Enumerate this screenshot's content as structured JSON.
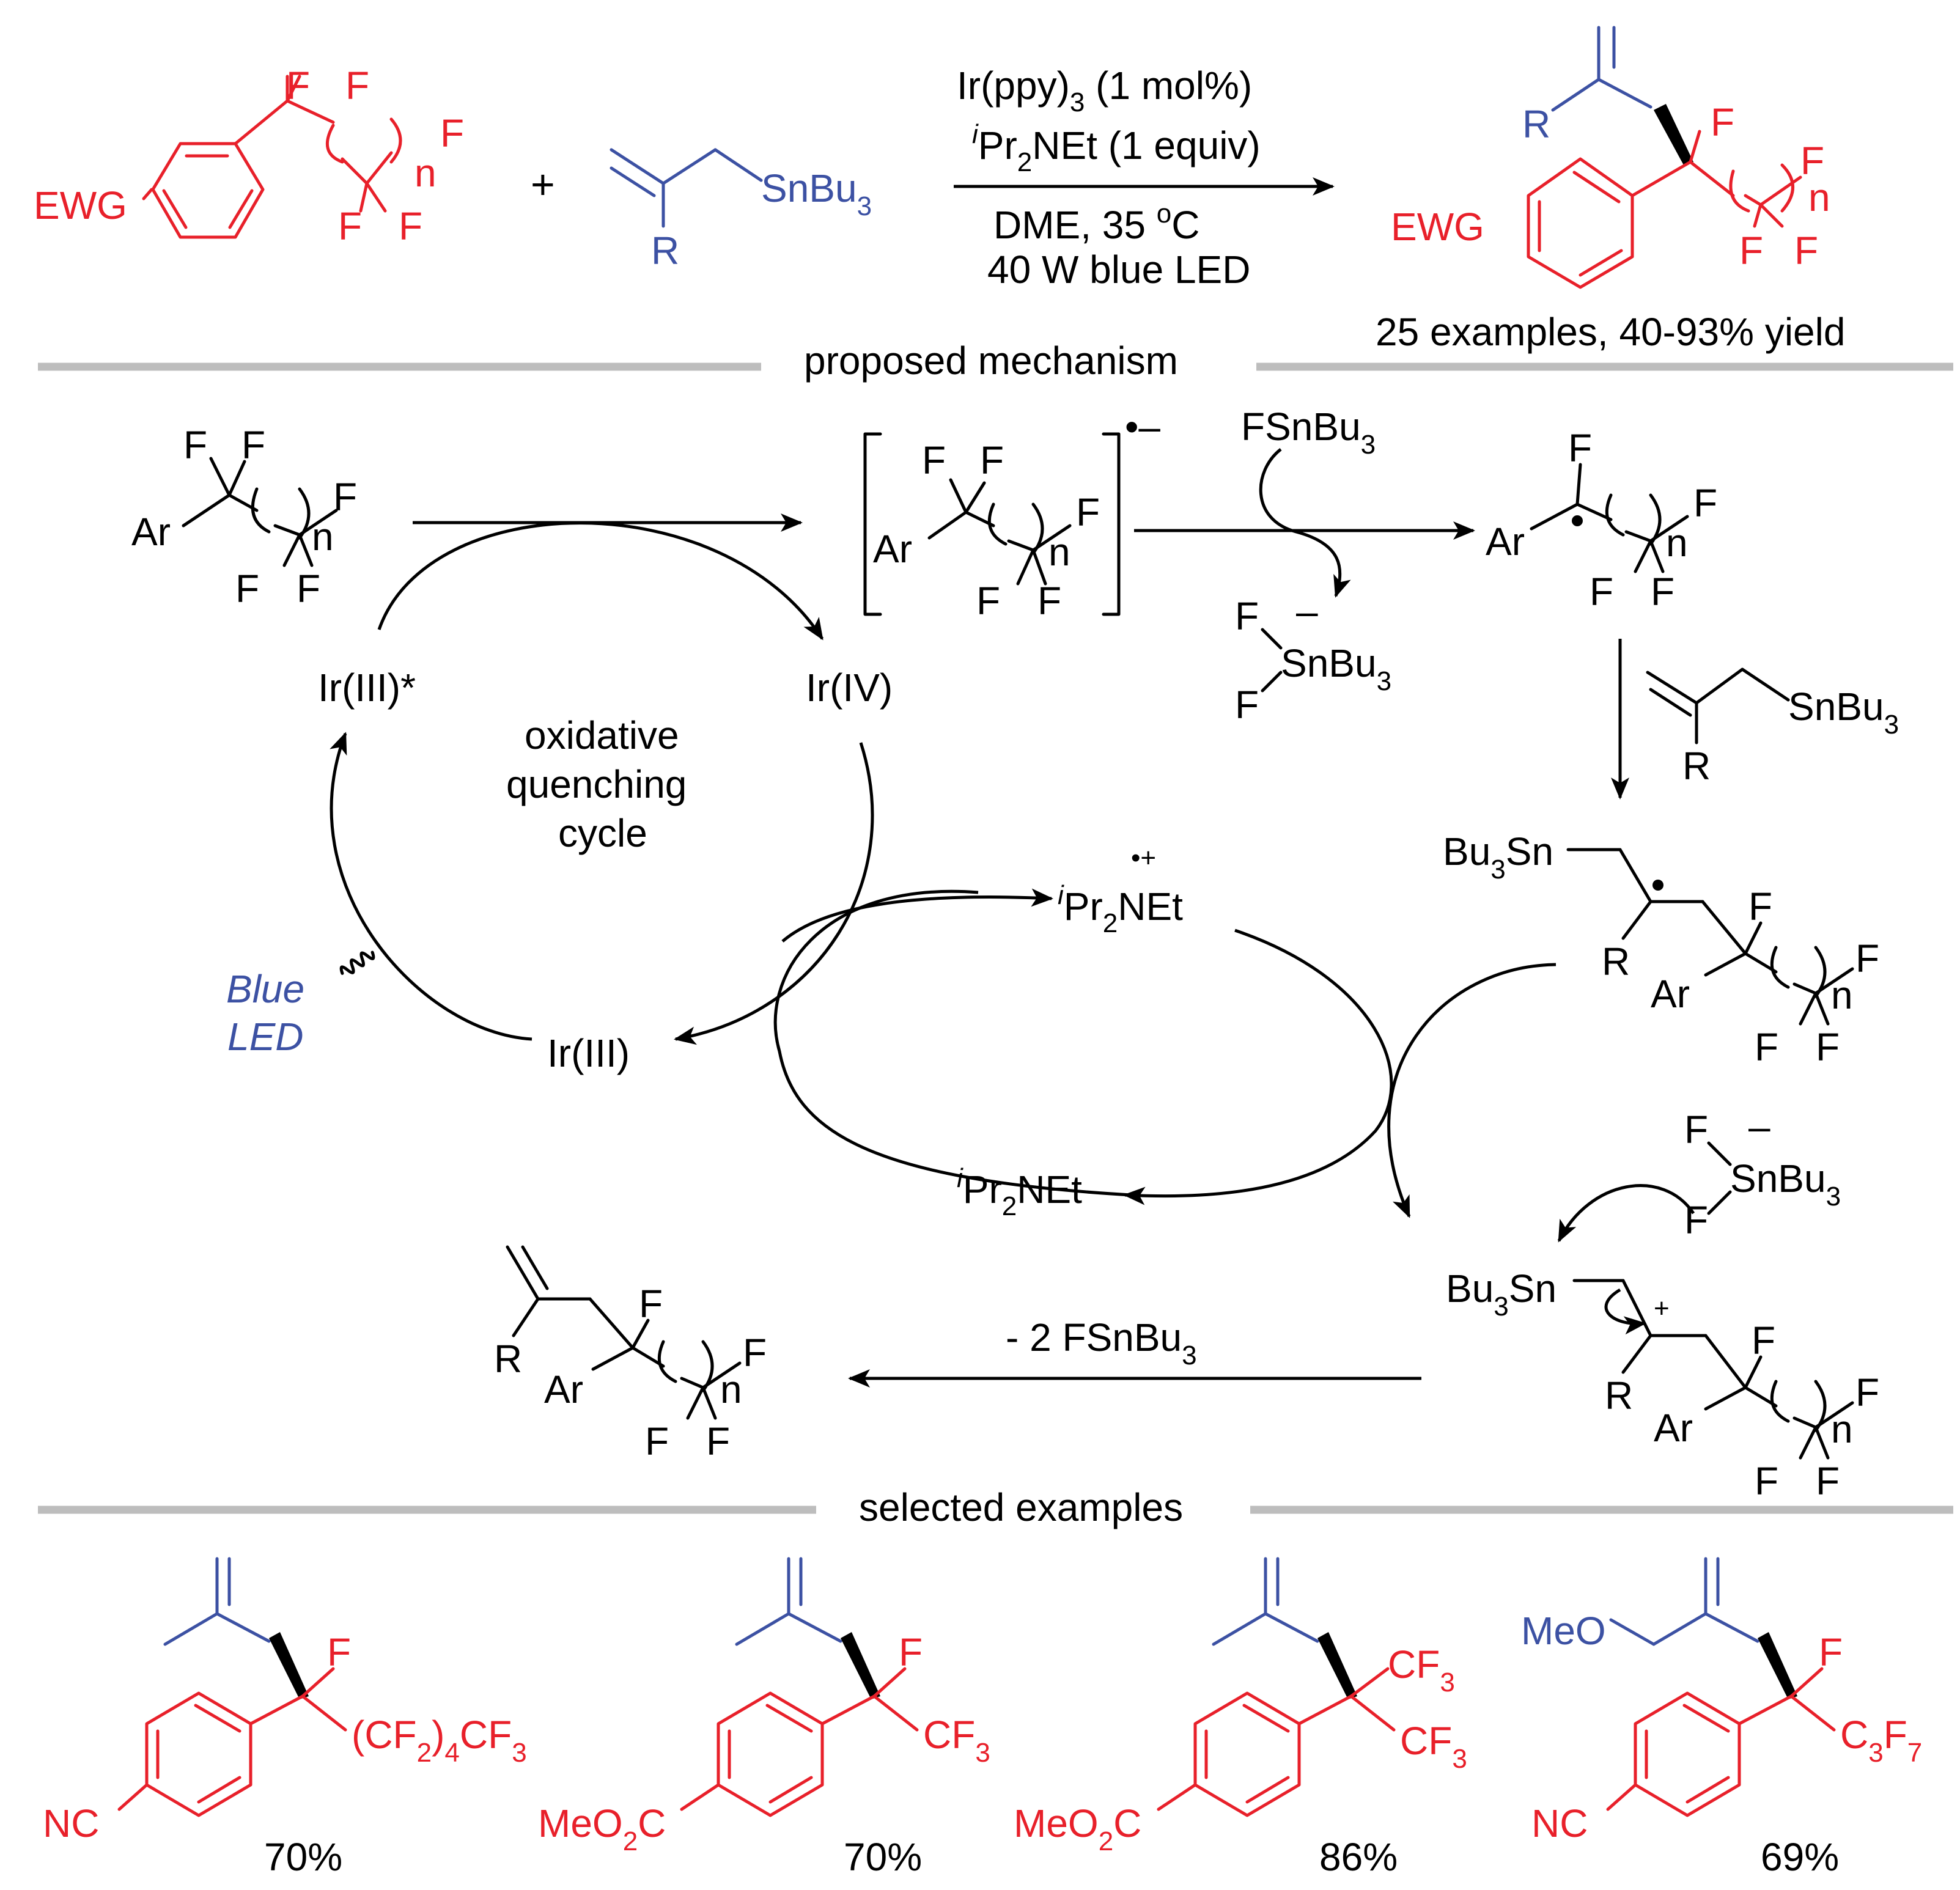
{
  "reaction": {
    "reactant1": {
      "ewg": "EWG",
      "f": "F",
      "n": "n"
    },
    "plus": "+",
    "reactant2": {
      "sn": "SnBu",
      "sub3": "3",
      "r": "R"
    },
    "conditions": {
      "line1": "Ir(ppy)",
      "line1_sub": "3",
      "line1_end": " (1 mol%)",
      "line2_sup": "i",
      "line2_a": "Pr",
      "line2_sub": "2",
      "line2_b": "NEt (1 equiv)",
      "line3_a": "DME, 35 ",
      "line3_sup": "o",
      "line3_b": "C",
      "line4": "40 W blue LED"
    },
    "product": {
      "r": "R",
      "ewg": "EWG",
      "f": "F",
      "n": "n"
    },
    "summary": "25 examples, 40-93% yield"
  },
  "section_mechanism": "proposed mechanism",
  "section_examples": "selected examples",
  "mechanism": {
    "ar": "Ar",
    "f": "F",
    "n": "n",
    "r": "R",
    "radical_anion_charge": "•–",
    "fsnbu3": "FSnBu",
    "sub3": "3",
    "snbu3": "SnBu",
    "minus": "–",
    "bu3sn_a": "Bu",
    "bu3sn_b": "Sn",
    "plus": "+",
    "ir3star": "Ir(III)*",
    "ir4": "Ir(IV)",
    "ir3": "Ir(III)",
    "cycle_label": [
      "oxidative",
      "quenching",
      "cycle"
    ],
    "blue_led": [
      "Blue",
      "LED"
    ],
    "amine_sup": "i",
    "amine_a": "Pr",
    "amine_sub": "2",
    "amine_b": "NEt",
    "amine_cation": "•+",
    "elim_a": "- 2 FSnBu",
    "elim_sub": "3"
  },
  "examples": [
    {
      "yield": "70%",
      "group_a": "NC",
      "cf_a": "(CF",
      "cf_sub1": "2",
      "cf_b": ")",
      "cf_sub2": "4",
      "cf_c": "CF",
      "cf_sub3": "3",
      "f": "F"
    },
    {
      "yield": "70%",
      "group_a": "MeO",
      "group_sub": "2",
      "group_b": "C",
      "cf_c": "CF",
      "cf_sub3": "3",
      "f": "F"
    },
    {
      "yield": "86%",
      "group_a": "MeO",
      "group_sub": "2",
      "group_b": "C",
      "cf_c": "CF",
      "cf_sub3": "3"
    },
    {
      "yield": "69%",
      "group_a": "NC",
      "meo": "MeO",
      "cf_c": "C",
      "cf_sub1": "3",
      "cf_d": "F",
      "cf_sub3": "7",
      "f": "F"
    }
  ],
  "colors": {
    "substrate": "#e8202a",
    "reagent": "#3c51a3",
    "divider": "#bdbdbd"
  }
}
